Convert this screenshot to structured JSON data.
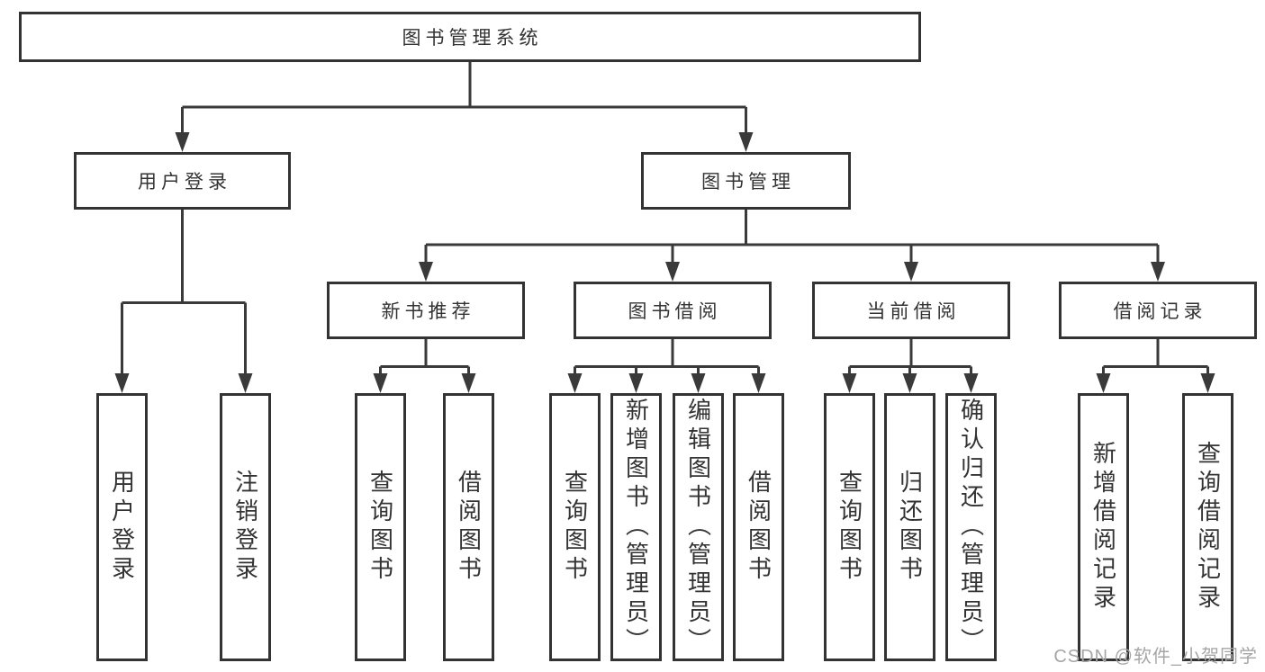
{
  "diagram": {
    "title": "图书管理系统",
    "level1": {
      "user_login": "用户登录",
      "book_management": "图书管理"
    },
    "level2": {
      "new_book_recommend": "新书推荐",
      "book_borrow": "图书借阅",
      "current_borrow": "当前借阅",
      "borrow_records": "借阅记录"
    },
    "leaves": {
      "user_login_login": "用户登录",
      "user_login_logout": "注销登录",
      "recommend_query_books": "查询图书",
      "recommend_borrow_books": "借阅图书",
      "borrow_query_books": "查询图书",
      "borrow_add_books_admin": "新增图书（管理员）",
      "borrow_edit_books_admin": "编辑图书（管理员）",
      "borrow_borrow_books": "借阅图书",
      "current_query_books": "查询图书",
      "current_return_books": "归还图书",
      "current_confirm_return_admin": "确认归还（管理员）",
      "records_add_record": "新增借阅记录",
      "records_query_record": "查询借阅记录"
    },
    "watermark": "CSDN @软件_小贺同学",
    "colors": {
      "line": "#3a3a3a",
      "border": "#333333",
      "text": "#333333",
      "watermark": "#a6a6a6",
      "background": "#ffffff"
    }
  }
}
